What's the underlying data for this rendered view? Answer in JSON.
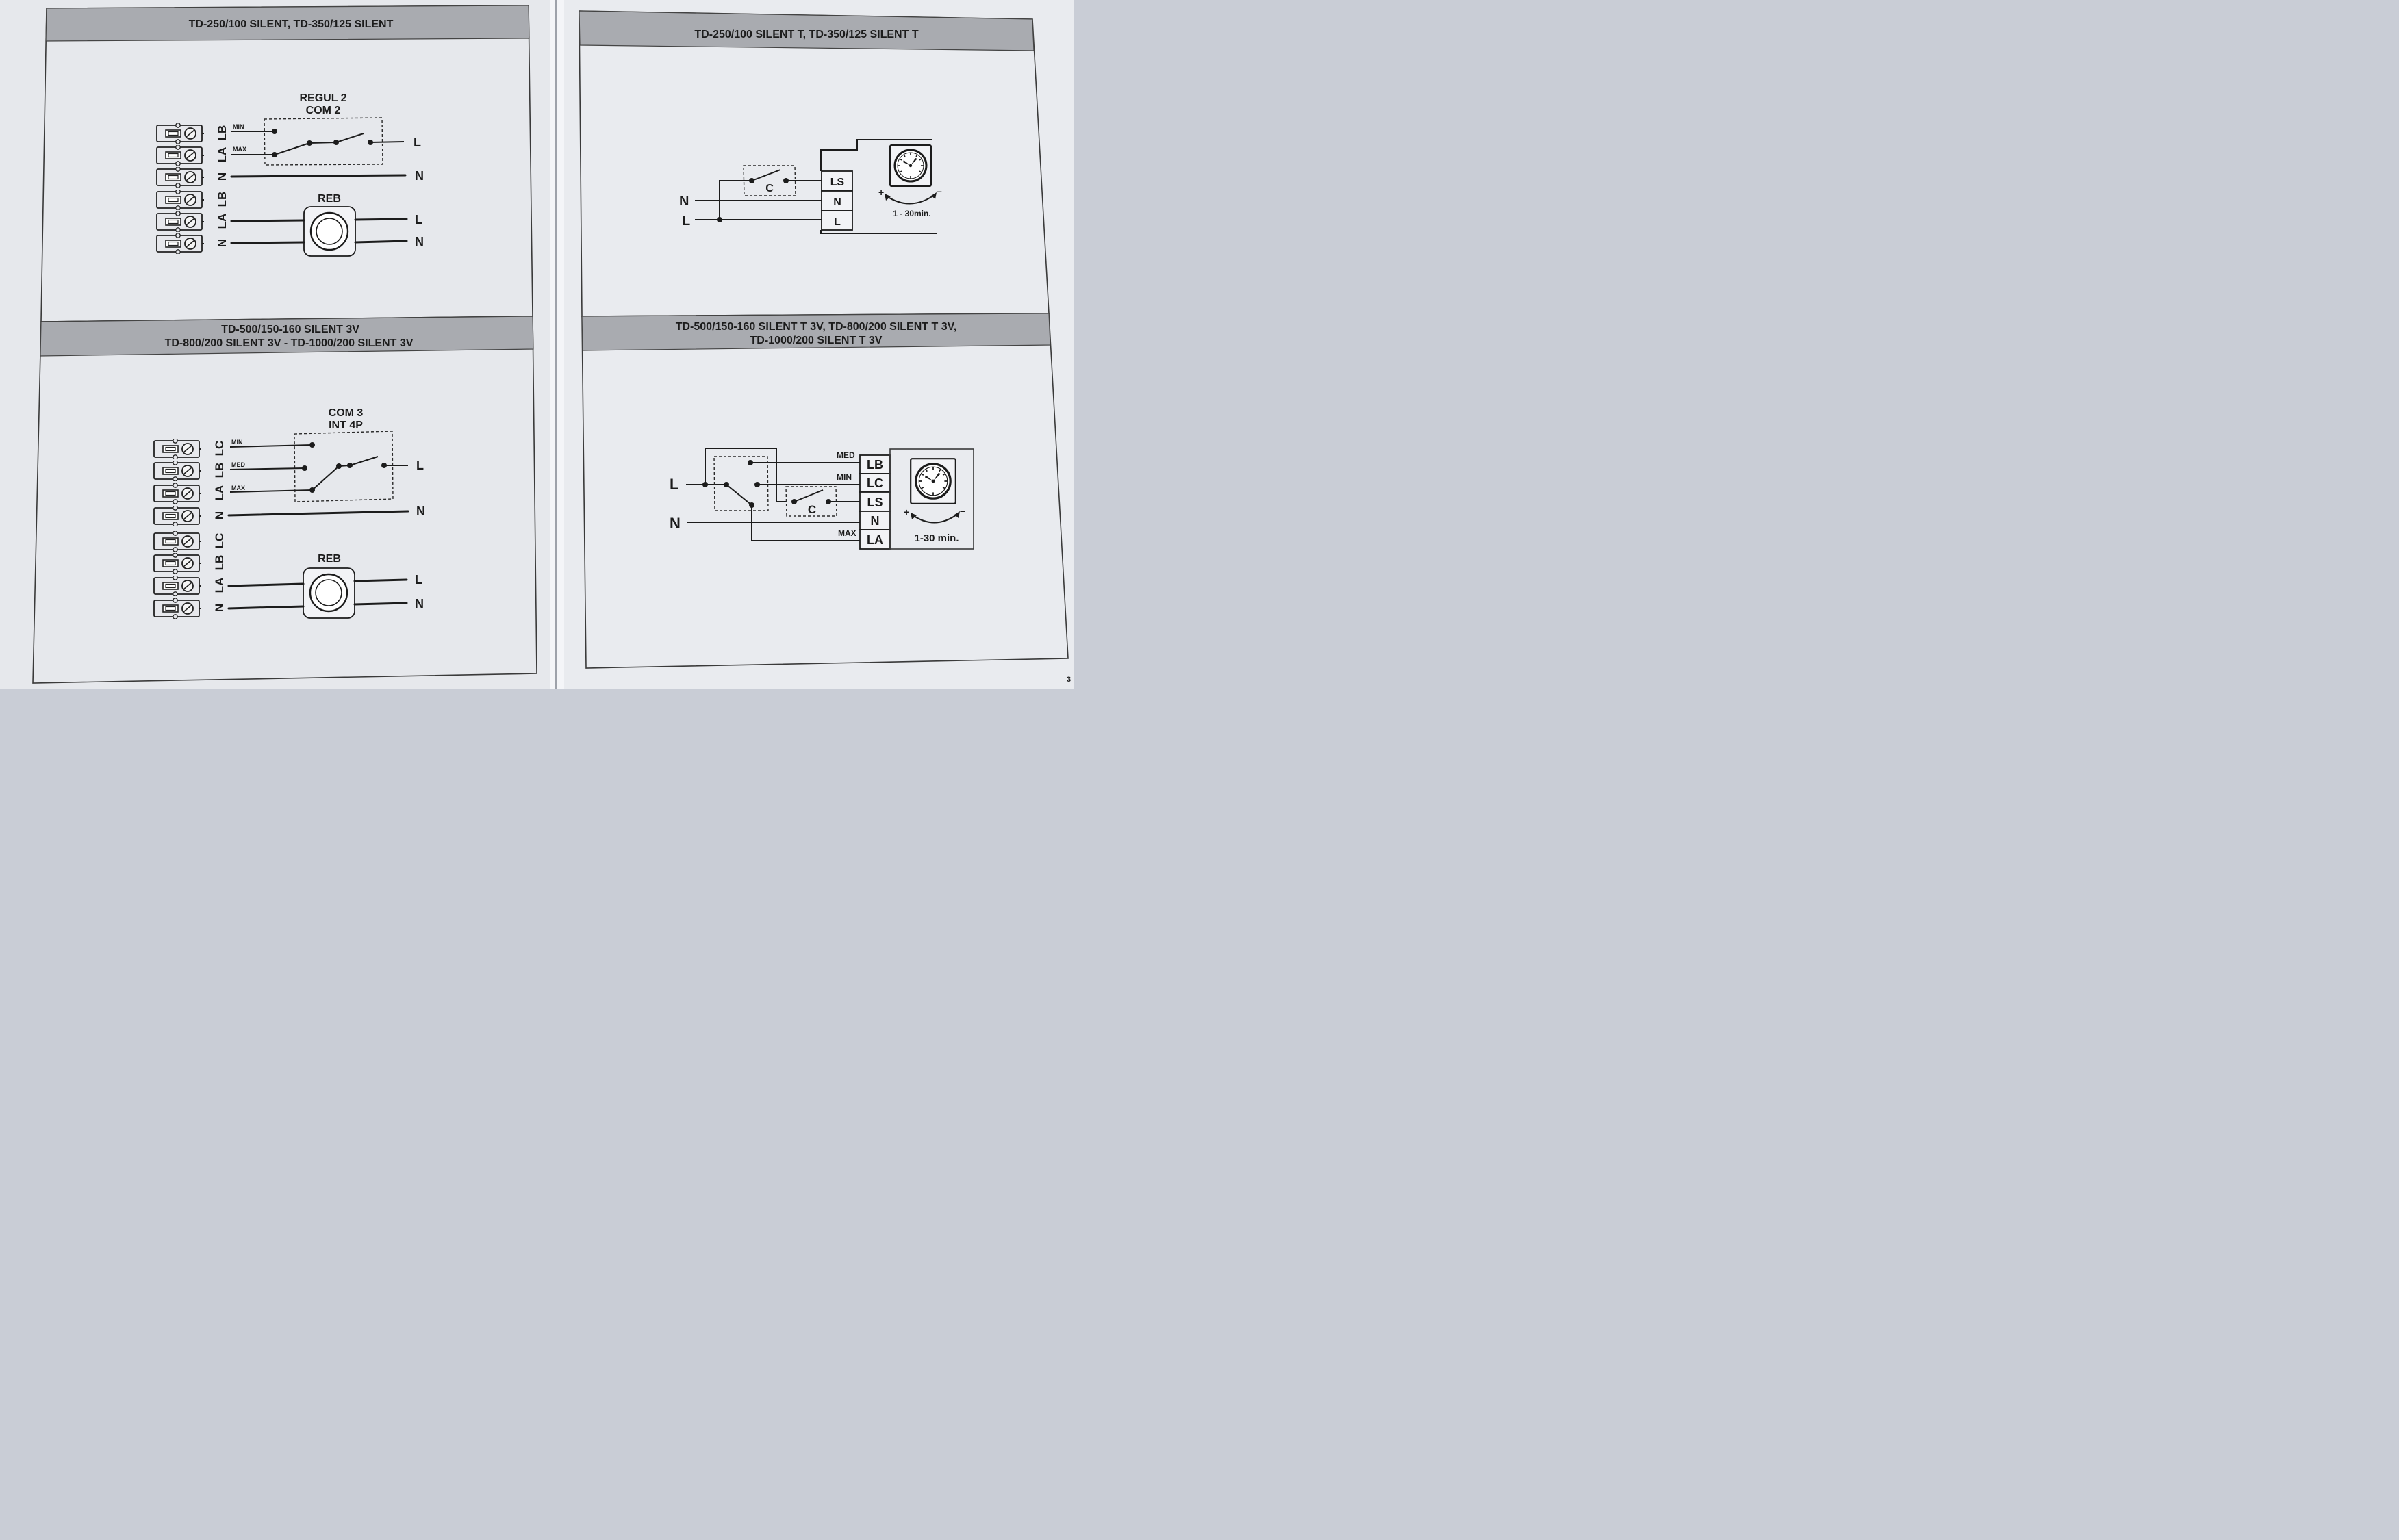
{
  "panels": {
    "top_left": {
      "title": "TD-250/100 SILENT,  TD-350/125 SILENT",
      "controller": [
        "REGUL 2",
        "COM 2"
      ],
      "terminals": [
        "LB",
        "LA",
        "N",
        "LB",
        "LA",
        "N"
      ],
      "wire_labels": {
        "min": "MIN",
        "max": "MAX"
      },
      "outputs": {
        "l": "L",
        "n": "N"
      },
      "reb_label": "REB"
    },
    "bottom_left": {
      "title_line1": "TD-500/150-160 SILENT 3V",
      "title_line2": "TD-800/200 SILENT 3V - TD-1000/200 SILENT 3V",
      "controller": [
        "COM 3",
        "INT 4P"
      ],
      "terminals": [
        "LC",
        "LB",
        "LA",
        "N",
        "LC",
        "LB",
        "LA",
        "N"
      ],
      "wire_labels": {
        "min": "MIN",
        "med": "MED",
        "max": "MAX"
      },
      "outputs": {
        "l": "L",
        "n": "N"
      },
      "reb_label": "REB"
    },
    "top_right": {
      "title": "TD-250/100 SILENT T,  TD-350/125 SILENT T",
      "inputs": {
        "n": "N",
        "l": "L"
      },
      "switch_label": "C",
      "terminals": [
        "LS",
        "N",
        "L"
      ],
      "timer": {
        "plus": "+",
        "minus": "–",
        "range": "1 - 30min."
      }
    },
    "bottom_right": {
      "title_line1": "TD-500/150-160 SILENT T 3V, TD-800/200 SILENT T 3V,",
      "title_line2": "TD-1000/200 SILENT T 3V",
      "inputs": {
        "l": "L",
        "n": "N"
      },
      "switch_label": "C",
      "wire_labels": {
        "med": "MED",
        "min": "MIN",
        "max": "MAX"
      },
      "terminals": [
        "LB",
        "LC",
        "LS",
        "N",
        "LA"
      ],
      "timer": {
        "plus": "+",
        "minus": "–",
        "range": "1-30 min."
      }
    }
  },
  "page_number": "3",
  "colors": {
    "paper": "#e9ebef",
    "header": "#a9abb0",
    "ink": "#1c1c1c"
  }
}
